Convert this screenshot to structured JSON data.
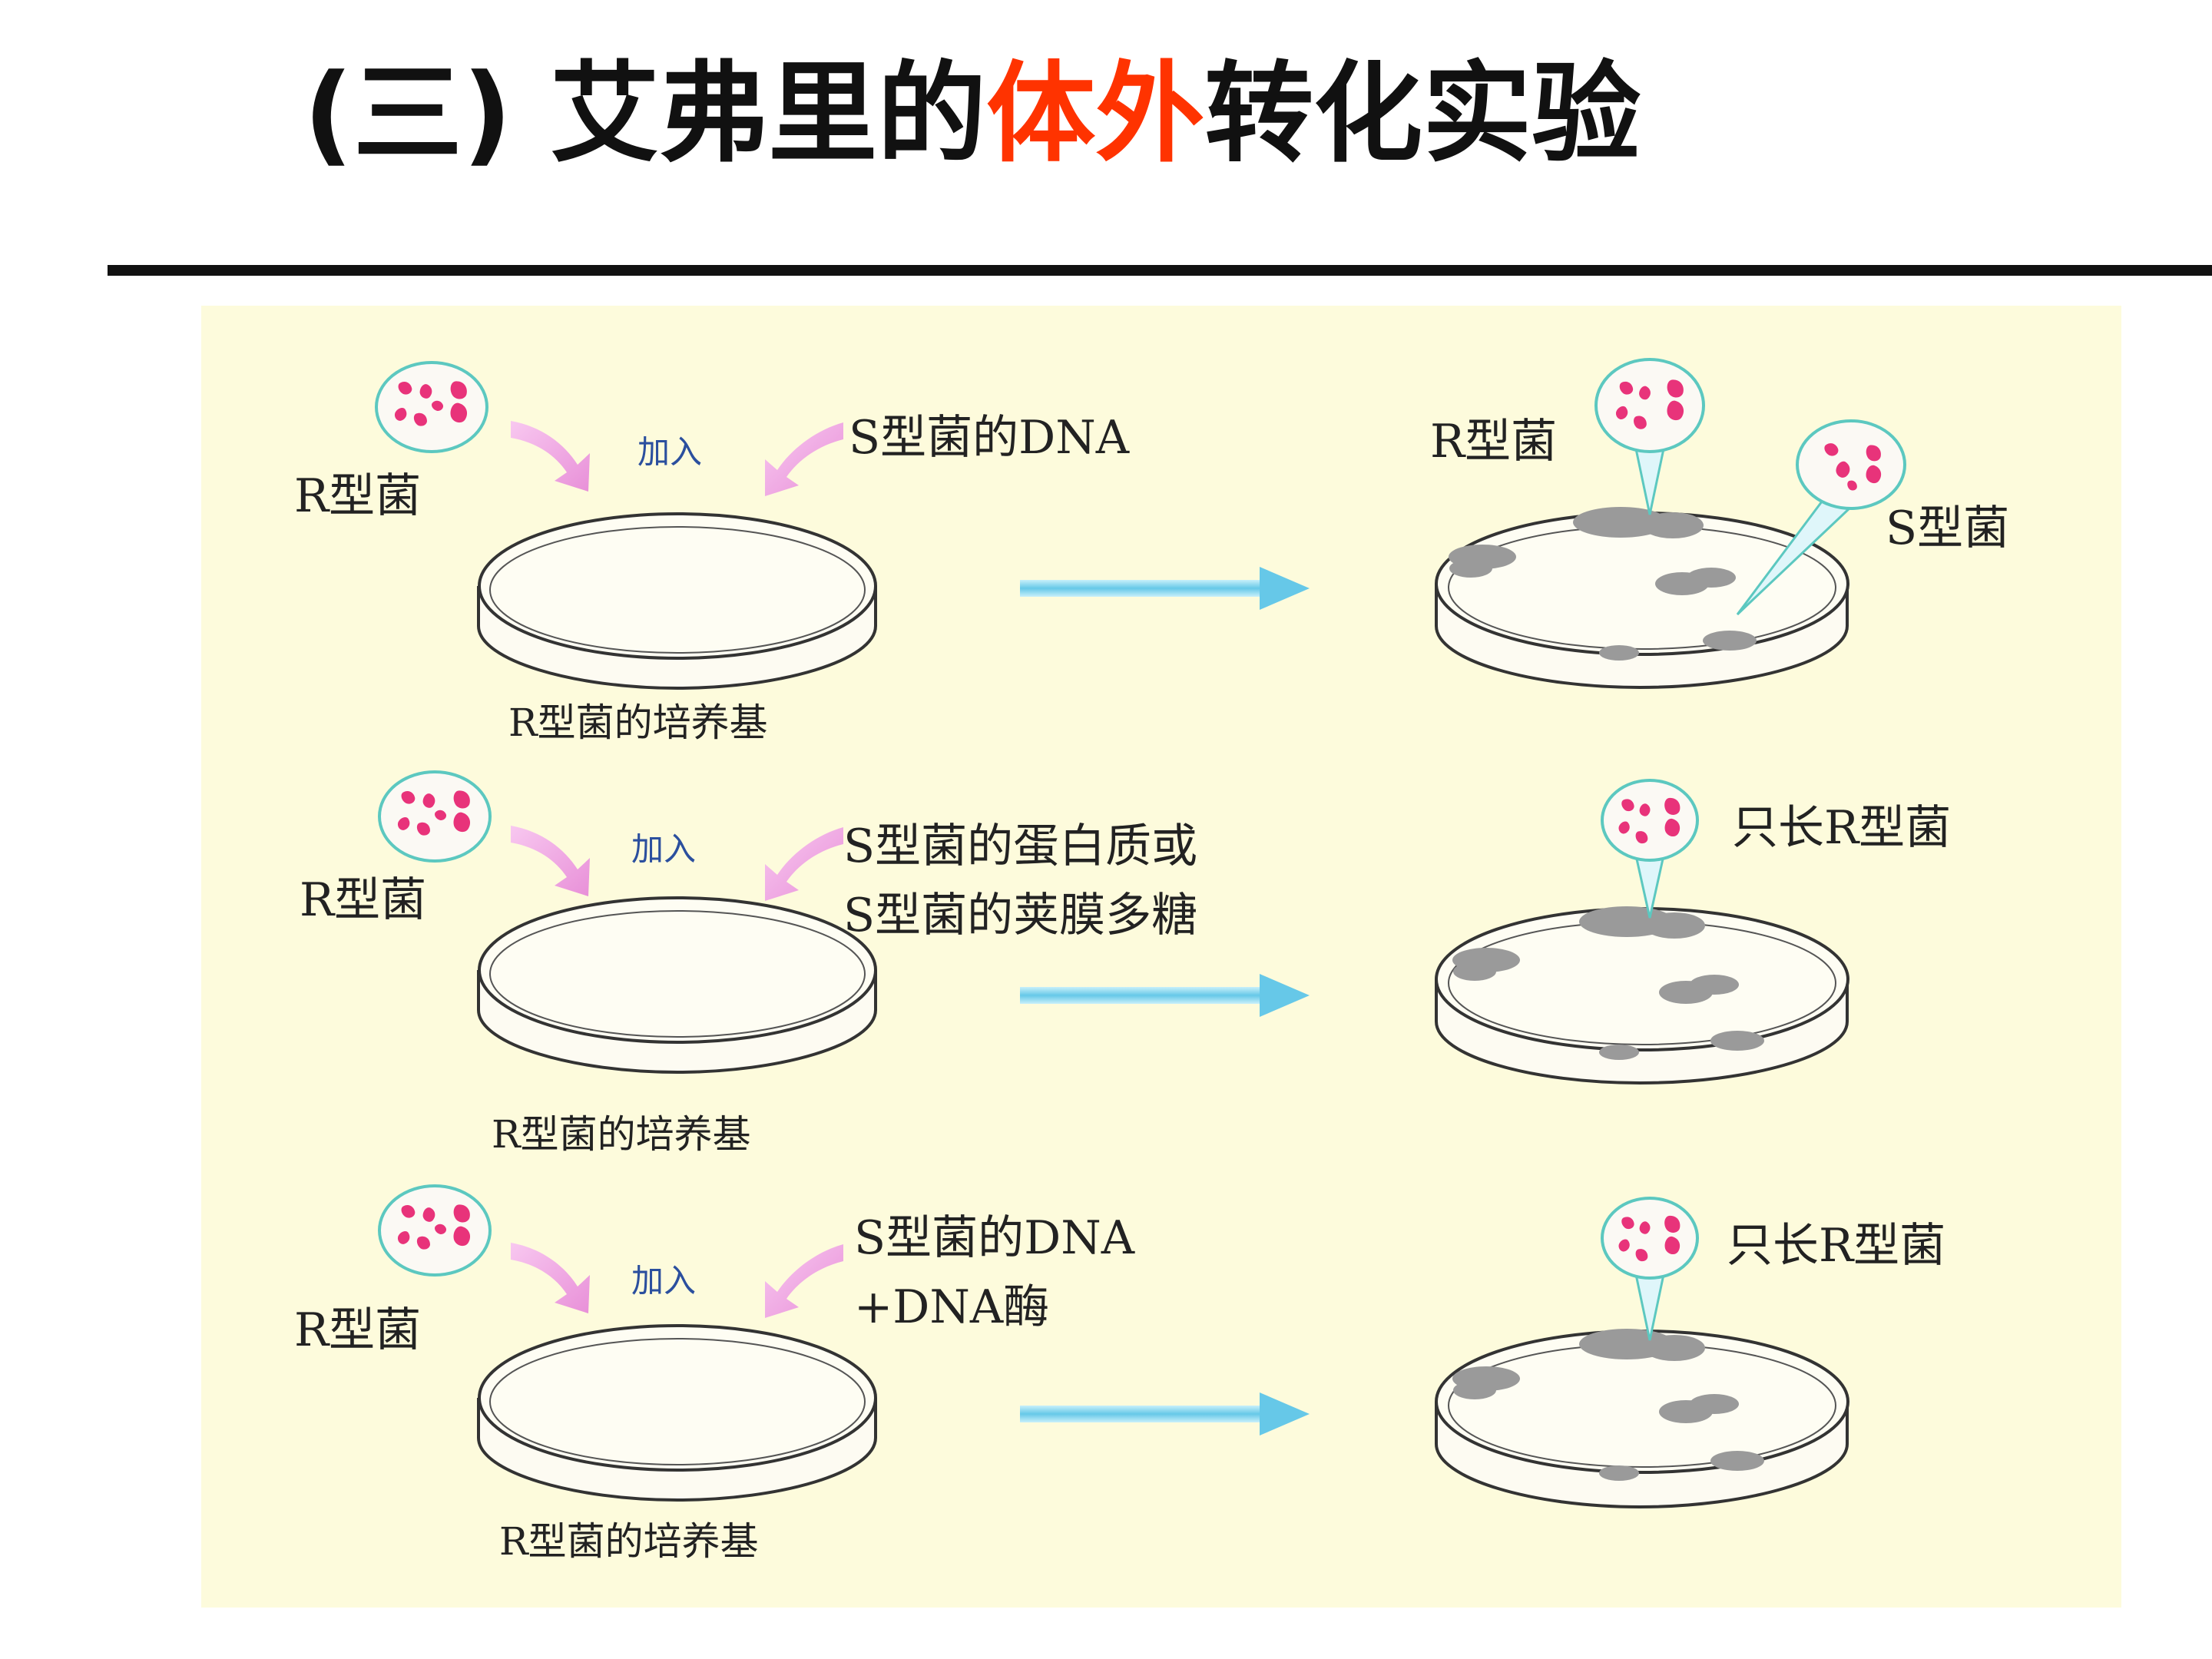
{
  "title": {
    "prefix": "(三) 艾弗里的",
    "highlight": "体外",
    "suffix": "转化实验",
    "highlight_color": "#ff3300"
  },
  "colors": {
    "panel": "#fdfbdc",
    "bacteria": "#e8337a",
    "add_arrow": "#f0a0dc",
    "result_arrow": "#8cdcf0",
    "colony": "#9a9a9a"
  },
  "rows": [
    {
      "bacteria_label": "R型菌",
      "add_label": "加入",
      "reagent": [
        "S型菌的DNA"
      ],
      "medium_label": "R型菌的培养基",
      "result_labels": [
        "R型菌",
        "S型菌"
      ]
    },
    {
      "bacteria_label": "R型菌",
      "add_label": "加入",
      "reagent": [
        "S型菌的蛋白质或",
        "S型菌的荚膜多糖"
      ],
      "medium_label": "R型菌的培养基",
      "result_labels": [
        "只长R型菌"
      ]
    },
    {
      "bacteria_label": "R型菌",
      "add_label": "加入",
      "reagent": [
        "S型菌的DNA",
        "+DNA酶"
      ],
      "medium_label": "R型菌的培养基",
      "result_labels": [
        "只长R型菌"
      ]
    }
  ]
}
